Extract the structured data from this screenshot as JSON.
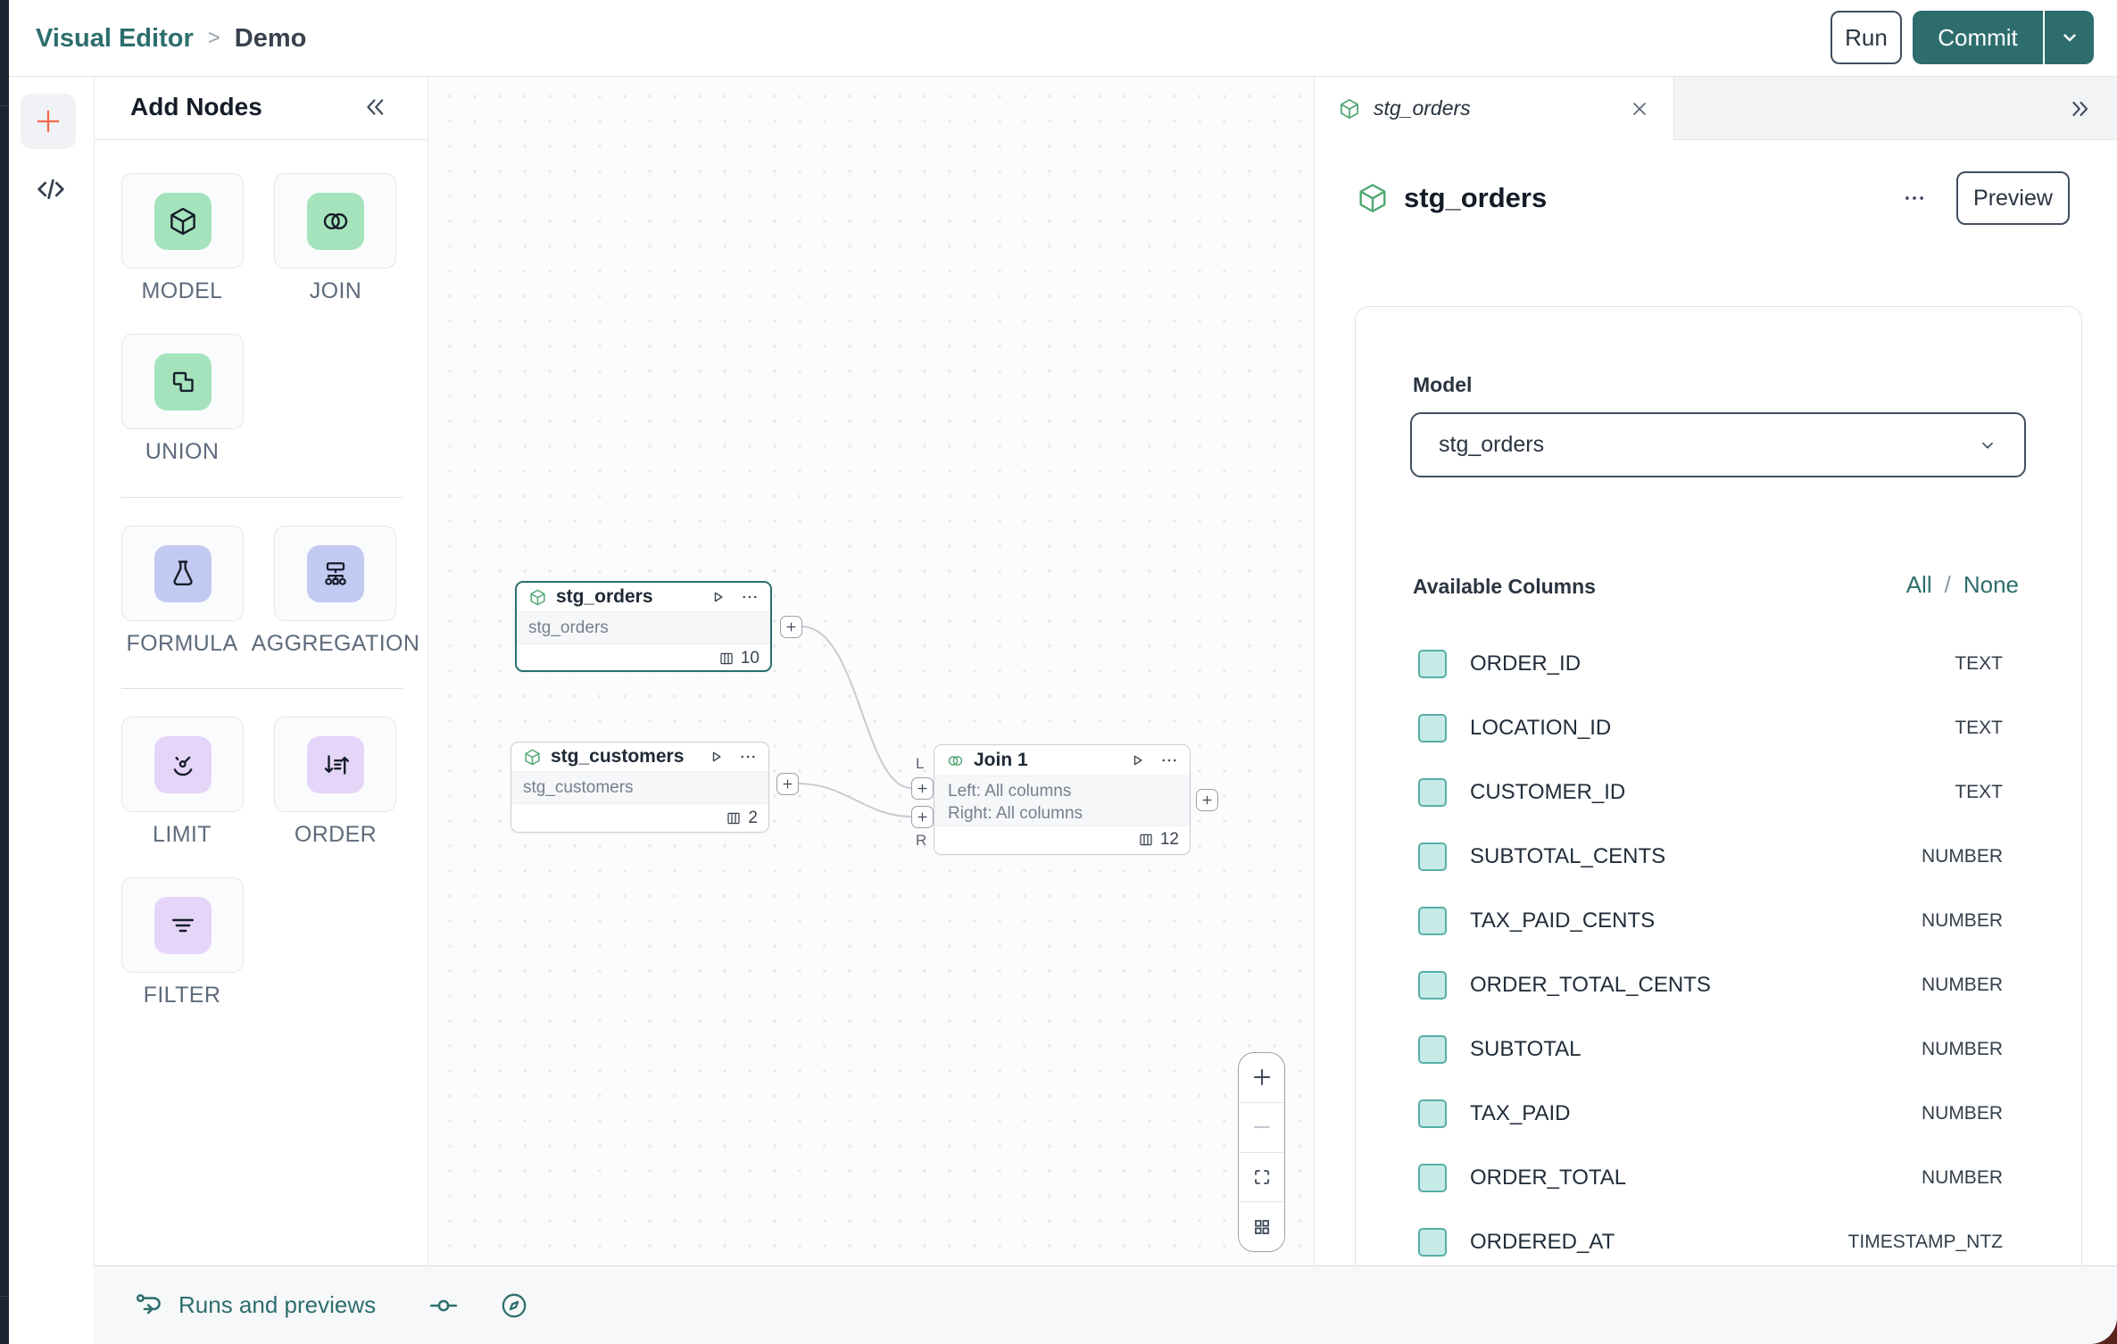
{
  "colors": {
    "teal": "#2D6E6D",
    "orange": "#F1694C",
    "green_tile": "#A5E3BC",
    "green_icon": "#4FA873",
    "periwinkle": "#C2CAF2",
    "lilac": "#E5D5F8",
    "checkbox_fill": "#C6EBE6",
    "checkbox_border": "#57AFA7"
  },
  "header": {
    "breadcrumb": {
      "root": "Visual Editor",
      "separator": ">",
      "current": "Demo"
    },
    "run_label": "Run",
    "commit_label": "Commit"
  },
  "palette": {
    "title": "Add Nodes",
    "items": [
      {
        "label": "MODEL",
        "icon": "cube"
      },
      {
        "label": "JOIN",
        "icon": "join-circles"
      },
      {
        "label": "UNION",
        "icon": "union-shapes"
      },
      {
        "label": "FORMULA",
        "icon": "flask"
      },
      {
        "label": "AGGREGATION",
        "icon": "sitemap"
      },
      {
        "label": "LIMIT",
        "icon": "gauge"
      },
      {
        "label": "ORDER",
        "icon": "sort-arrows"
      },
      {
        "label": "FILTER",
        "icon": "filter-lines"
      }
    ]
  },
  "canvas": {
    "nodes": [
      {
        "title": "stg_orders",
        "subtitle": "stg_orders",
        "columns_count": "10"
      },
      {
        "title": "stg_customers",
        "subtitle": "stg_customers",
        "columns_count": "2"
      },
      {
        "title": "Join 1",
        "line1": "Left: All columns",
        "line2": "Right: All columns",
        "columns_count": "12",
        "left_port_label": "L",
        "right_port_label": "R"
      }
    ]
  },
  "inspector": {
    "tab_title": "stg_orders",
    "title": "stg_orders",
    "preview_label": "Preview",
    "model_label": "Model",
    "model_value": "stg_orders",
    "columns_label": "Available Columns",
    "select_all": "All",
    "select_divider": "/",
    "select_none": "None",
    "columns": [
      {
        "name": "ORDER_ID",
        "type": "TEXT"
      },
      {
        "name": "LOCATION_ID",
        "type": "TEXT"
      },
      {
        "name": "CUSTOMER_ID",
        "type": "TEXT"
      },
      {
        "name": "SUBTOTAL_CENTS",
        "type": "NUMBER"
      },
      {
        "name": "TAX_PAID_CENTS",
        "type": "NUMBER"
      },
      {
        "name": "ORDER_TOTAL_CENTS",
        "type": "NUMBER"
      },
      {
        "name": "SUBTOTAL",
        "type": "NUMBER"
      },
      {
        "name": "TAX_PAID",
        "type": "NUMBER"
      },
      {
        "name": "ORDER_TOTAL",
        "type": "NUMBER"
      },
      {
        "name": "ORDERED_AT",
        "type": "TIMESTAMP_NTZ"
      }
    ]
  },
  "status_bar": {
    "runs_label": "Runs and previews"
  }
}
